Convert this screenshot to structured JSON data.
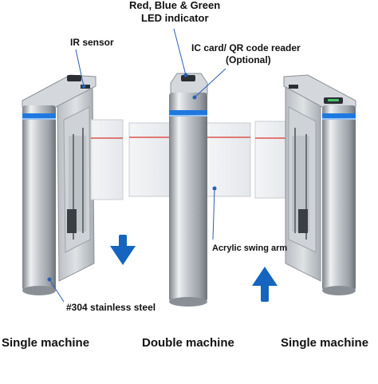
{
  "callouts": {
    "led_line1": "Red, Blue & Green",
    "led_line2": "LED indicator",
    "ir_sensor": "IR sensor",
    "reader_line1": "IC card/ QR code reader",
    "reader_line2": "(Optional)",
    "swing_arm": "Acrylic swing arm",
    "steel": "#304 stainless steel"
  },
  "captions": {
    "left": "Single machine",
    "center": "Double machine",
    "right": "Single machine"
  },
  "colors": {
    "led_blue": "#1f78e0",
    "arrow_blue": "#1565c0",
    "steel_light": "#e6e8eb",
    "steel_dark": "#8f949a",
    "arm_red_line": "#d9362b",
    "callout_line": "#2a5fb0"
  },
  "icons": {
    "down_arrow": "arrow-down-icon",
    "up_arrow": "arrow-up-icon"
  }
}
